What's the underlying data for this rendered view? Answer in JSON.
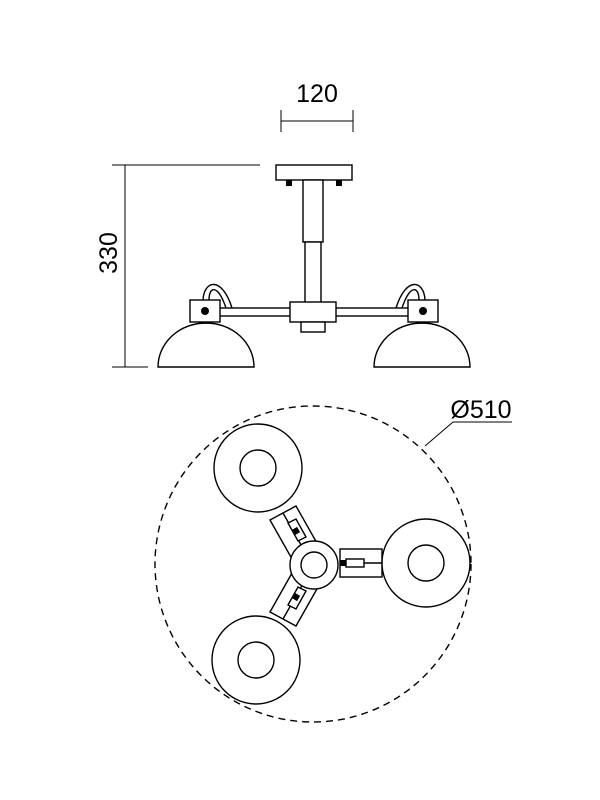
{
  "dimensions": {
    "width_label": "120",
    "height_label": "330",
    "diameter_label": "Ø510"
  },
  "colors": {
    "line": "#000000",
    "background": "#ffffff"
  }
}
